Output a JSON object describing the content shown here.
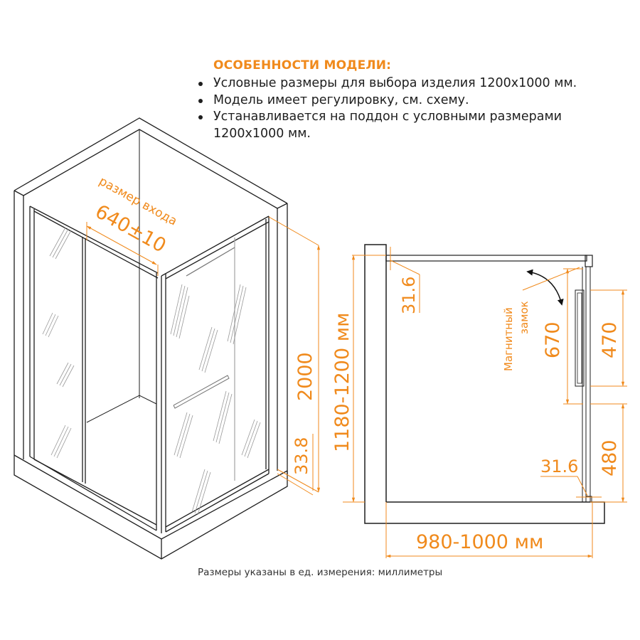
{
  "features": {
    "title": "ОСОБЕННОСТИ МОДЕЛИ:",
    "items": [
      "Условные размеры для выбора изделия 1200x1000 мм.",
      "Модель имеет регулировку, см. схему.",
      "Устанавливается на поддон с условными размерами 1200x1000 мм."
    ]
  },
  "isometric": {
    "entry_label": "размер входа",
    "entry_size": "640±10",
    "height": "2000",
    "base_offset": "33.8"
  },
  "plan": {
    "length_range": "1180-1200 мм",
    "width_range": "980-1000 мм",
    "top_gap": "31.6",
    "bottom_gap": "31.6",
    "door_opening": "670",
    "fixed_upper": "470",
    "fixed_lower": "480",
    "magnet_lock_line1": "Магнитный",
    "magnet_lock_line2": "замок"
  },
  "footnote": "Размеры указаны в ед. измерения: миллиметры",
  "colors": {
    "accent": "#f08a1c",
    "line": "#1e1e1e"
  }
}
